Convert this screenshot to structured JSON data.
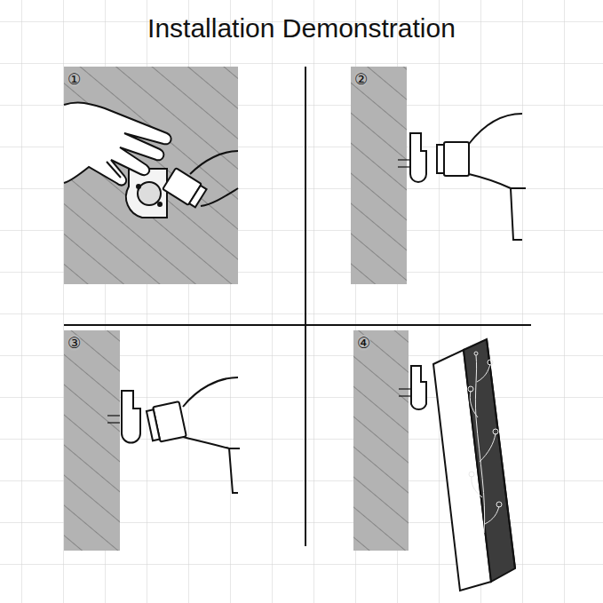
{
  "diagram": {
    "title": "Installation Demonstration",
    "labels": [
      "①",
      "②",
      "③",
      "④"
    ]
  }
}
